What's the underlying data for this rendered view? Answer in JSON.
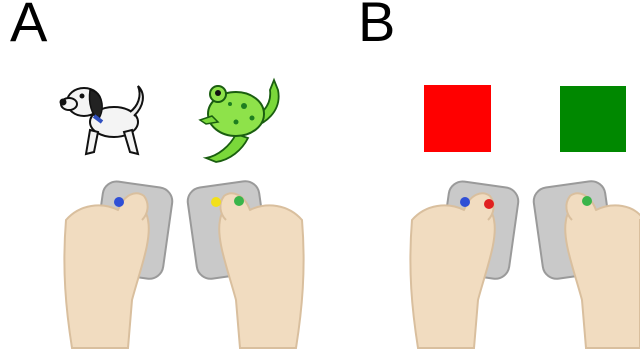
{
  "panels": [
    {
      "label": "A",
      "stimuli": [
        {
          "kind": "picture",
          "icon": "dog-icon"
        },
        {
          "kind": "picture",
          "icon": "frog-icon"
        }
      ],
      "response_buttons": {
        "left_hand": [
          "#2f4fd6"
        ],
        "right_hand": [
          "#f2e01a",
          "#3ab54a"
        ]
      }
    },
    {
      "label": "B",
      "stimuli": [
        {
          "kind": "color-square",
          "color": "#ff0000"
        },
        {
          "kind": "color-square",
          "color": "#008800"
        }
      ],
      "response_buttons": {
        "left_hand": [
          "#2f4fd6",
          "#e02020"
        ],
        "right_hand": [
          "#3ab54a"
        ]
      }
    }
  ],
  "colors": {
    "skin": "#f1dcc0",
    "skin_shadow": "#d9bf9e",
    "device": "#c9c9c9",
    "device_dark": "#9a9a9a"
  }
}
